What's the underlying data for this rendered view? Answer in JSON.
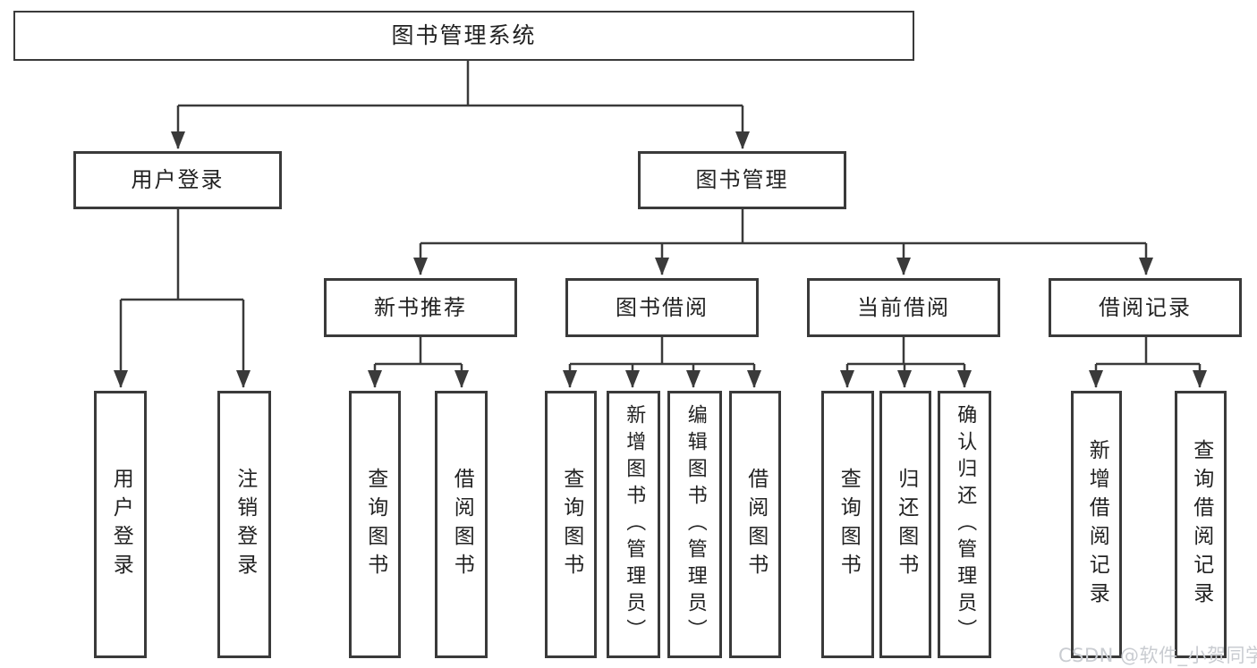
{
  "diagram": {
    "title": "图书管理系统",
    "nodes": {
      "system": {
        "label": "图书管理系统",
        "level": 1
      },
      "user_login": {
        "label": "用户登录",
        "level": 2
      },
      "book_mgmt": {
        "label": "图书管理",
        "level": 2
      },
      "new_book_rec": {
        "label": "新书推荐",
        "level": 3
      },
      "book_borrow": {
        "label": "图书借阅",
        "level": 3
      },
      "current_borrow": {
        "label": "当前借阅",
        "level": 3
      },
      "borrow_records": {
        "label": "借阅记录",
        "level": 3
      },
      "user_login_leaf": {
        "label": "用户登录",
        "level": 4
      },
      "logout_leaf": {
        "label": "注销登录",
        "level": 4
      },
      "rec_query": {
        "label": "查询图书",
        "level": 4
      },
      "rec_borrow": {
        "label": "借阅图书",
        "level": 4
      },
      "bb_query": {
        "label": "查询图书",
        "level": 4
      },
      "bb_add": {
        "label": "新增图书（管理员）",
        "level": 4
      },
      "bb_edit": {
        "label": "编辑图书（管理员）",
        "level": 4
      },
      "bb_borrow": {
        "label": "借阅图书",
        "level": 4
      },
      "cb_query": {
        "label": "查询图书",
        "level": 4
      },
      "cb_return": {
        "label": "归还图书",
        "level": 4
      },
      "cb_confirm": {
        "label": "确认归还（管理员）",
        "level": 4
      },
      "br_add": {
        "label": "新增借阅记录",
        "level": 4
      },
      "br_query": {
        "label": "查询借阅记录",
        "level": 4
      }
    },
    "edges": [
      [
        "system",
        "user_login"
      ],
      [
        "system",
        "book_mgmt"
      ],
      [
        "user_login",
        "user_login_leaf"
      ],
      [
        "user_login",
        "logout_leaf"
      ],
      [
        "book_mgmt",
        "new_book_rec"
      ],
      [
        "book_mgmt",
        "book_borrow"
      ],
      [
        "book_mgmt",
        "current_borrow"
      ],
      [
        "book_mgmt",
        "borrow_records"
      ],
      [
        "new_book_rec",
        "rec_query"
      ],
      [
        "new_book_rec",
        "rec_borrow"
      ],
      [
        "book_borrow",
        "bb_query"
      ],
      [
        "book_borrow",
        "bb_add"
      ],
      [
        "book_borrow",
        "bb_edit"
      ],
      [
        "book_borrow",
        "bb_borrow"
      ],
      [
        "current_borrow",
        "cb_query"
      ],
      [
        "current_borrow",
        "cb_return"
      ],
      [
        "current_borrow",
        "cb_confirm"
      ],
      [
        "borrow_records",
        "br_add"
      ],
      [
        "borrow_records",
        "br_query"
      ]
    ]
  },
  "watermark": {
    "text": "CSDN @软件_小贺同学"
  },
  "colors": {
    "line": "#3a3a3a",
    "text": "#222222",
    "watermark": "#c9ccd1",
    "background": "#ffffff"
  }
}
